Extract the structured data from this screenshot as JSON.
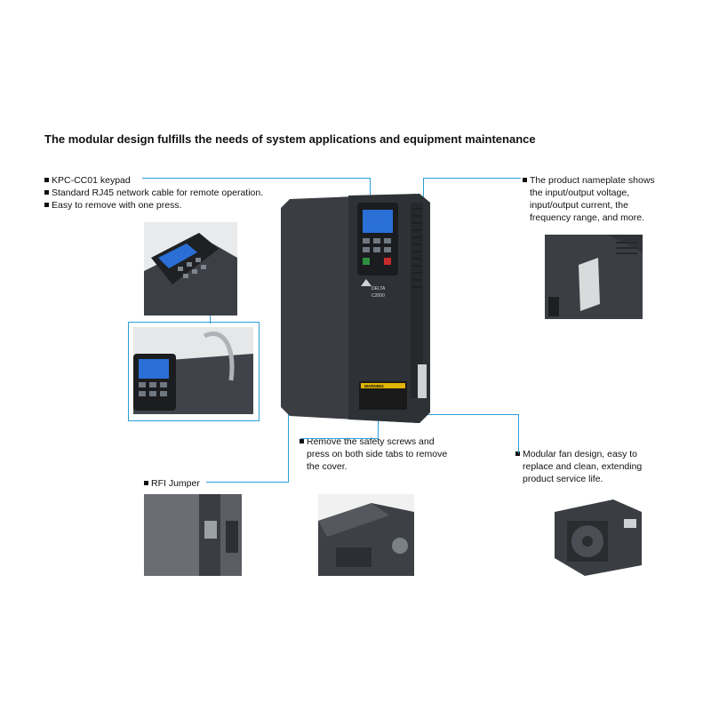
{
  "title": "The modular design fulfills the needs of system applications and equipment maintenance",
  "keypad_notes": [
    "KPC-CC01 keypad",
    "Standard RJ45 network cable for remote operation.",
    "Easy to remove with one press."
  ],
  "nameplate_note": [
    "The product nameplate shows",
    "the input/output voltage,",
    "input/output current, the",
    "frequency range, and more."
  ],
  "cover_note": [
    "Remove the safety screws and",
    "press on both side tabs to remove",
    "the cover."
  ],
  "fan_note": [
    "Modular fan design, easy to",
    "replace and clean, extending",
    "product service life."
  ],
  "rfi_note": "RFI Jumper",
  "drive": {
    "brand": "DELTA",
    "model": "C2000",
    "warning": "WARNING"
  },
  "colors": {
    "accent": "#2b9fd9",
    "drive_body": "#3a3d42",
    "screen": "#2a6fd6"
  }
}
